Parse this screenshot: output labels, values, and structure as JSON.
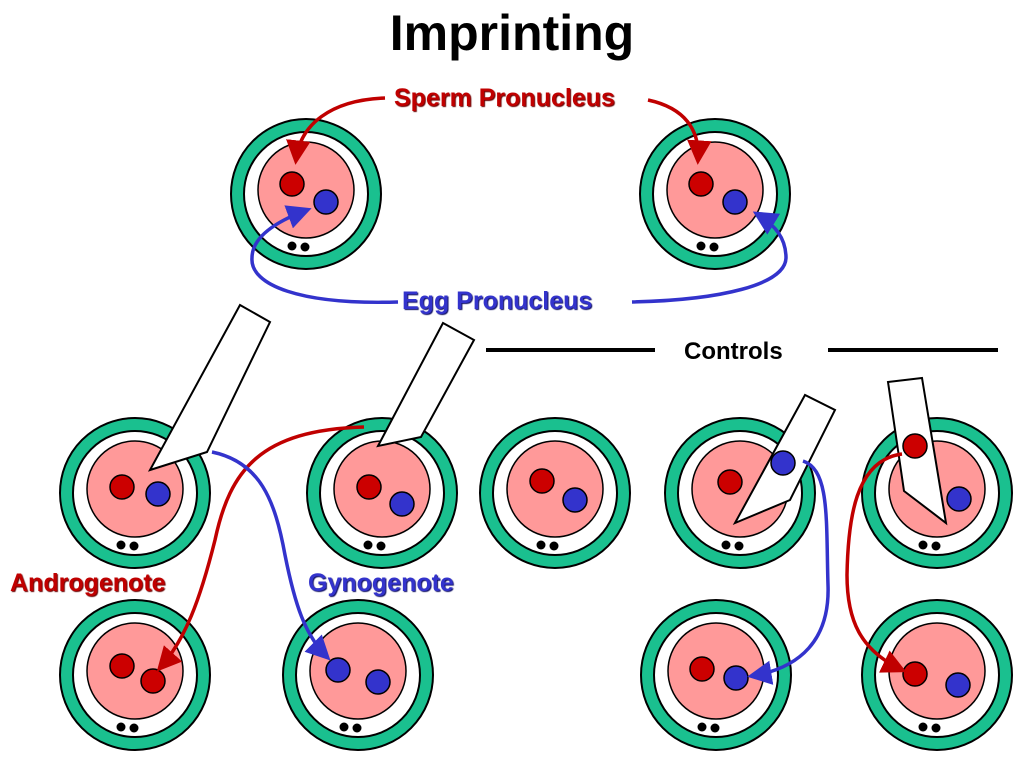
{
  "title": "Imprinting",
  "labels": {
    "sperm_pronucleus": "Sperm Pronucleus",
    "egg_pronucleus": "Egg Pronucleus",
    "controls": "Controls",
    "androgenote": "Androgenote",
    "gynogenote": "Gynogenote"
  },
  "colors": {
    "zona": "#1ac08f",
    "cytoplasm": "#ff9999",
    "sperm_pronucleus": "#cc0000",
    "egg_pronucleus": "#3333cc",
    "sperm_arrow": "#c00000",
    "egg_arrow": "#3333cc"
  }
}
